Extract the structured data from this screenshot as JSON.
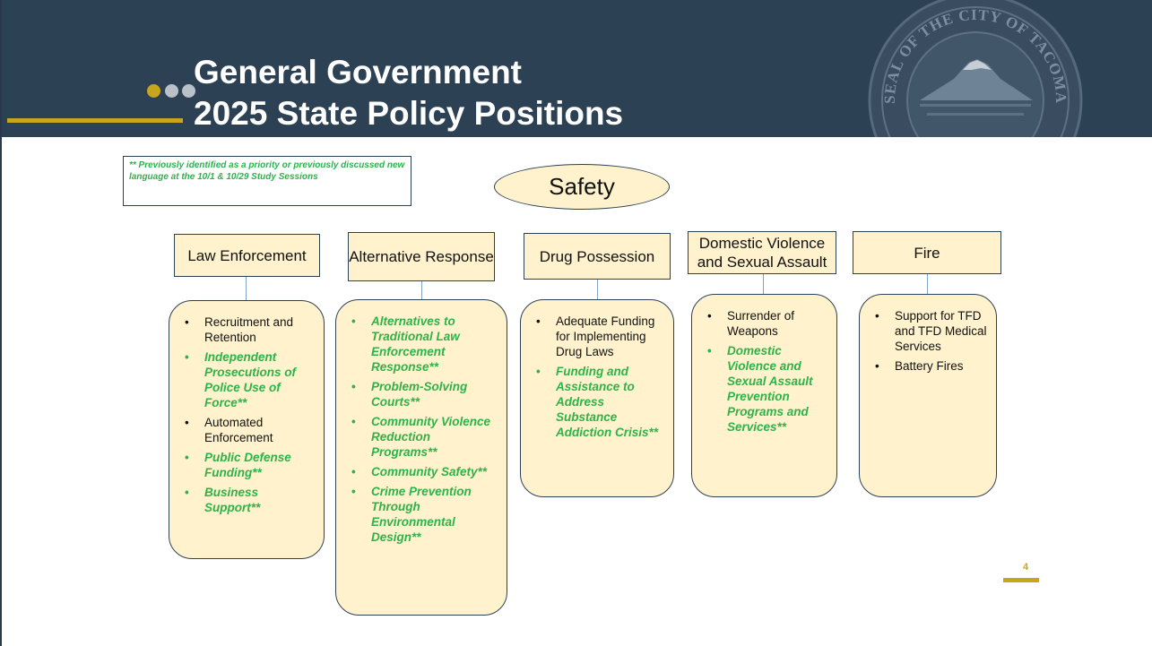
{
  "header": {
    "title_line1": "General Government",
    "title_line2": "2025 State Policy Positions",
    "seal_text": "SEAL OF THE CITY OF TACOMA"
  },
  "note": "** Previously identified as a priority or previously discussed new language at the 10/1 & 10/29 Study Sessions",
  "topic": "Safety",
  "categories": [
    {
      "title": "Law Enforcement",
      "items": [
        {
          "text": "Recruitment and Retention",
          "highlight": false
        },
        {
          "text": "Independent Prosecutions of Police Use of Force**",
          "highlight": true
        },
        {
          "text": "Automated Enforcement",
          "highlight": false
        },
        {
          "text": "Public Defense Funding**",
          "highlight": true
        },
        {
          "text": "Business Support**",
          "highlight": true
        }
      ]
    },
    {
      "title": "Alternative Response",
      "items": [
        {
          "text": "Alternatives to Traditional Law Enforcement Response**",
          "highlight": true
        },
        {
          "text": "Problem-Solving Courts**",
          "highlight": true
        },
        {
          "text": "Community Violence Reduction Programs**",
          "highlight": true
        },
        {
          "text": "Community Safety**",
          "highlight": true
        },
        {
          "text": "Crime Prevention Through Environmental Design**",
          "highlight": true
        }
      ]
    },
    {
      "title": "Drug Possession",
      "items": [
        {
          "text": "Adequate Funding for Implementing Drug Laws",
          "highlight": false
        },
        {
          "text": "Funding and Assistance to Address Substance Addiction Crisis**",
          "highlight": true
        }
      ]
    },
    {
      "title": "Domestic Violence and Sexual Assault",
      "items": [
        {
          "text": "Surrender of Weapons",
          "highlight": false
        },
        {
          "text": "Domestic Violence and Sexual Assault Prevention Programs and Services**",
          "highlight": true
        }
      ]
    },
    {
      "title": "Fire",
      "items": [
        {
          "text": "Support for TFD and TFD Medical Services",
          "highlight": false
        },
        {
          "text": "Battery Fires",
          "highlight": false
        }
      ]
    }
  ],
  "page_number": "4",
  "colors": {
    "header_bg": "#2d4155",
    "accent_gold": "#c9a51e",
    "box_fill": "#fff2cc",
    "highlight_green": "#2db34a"
  }
}
